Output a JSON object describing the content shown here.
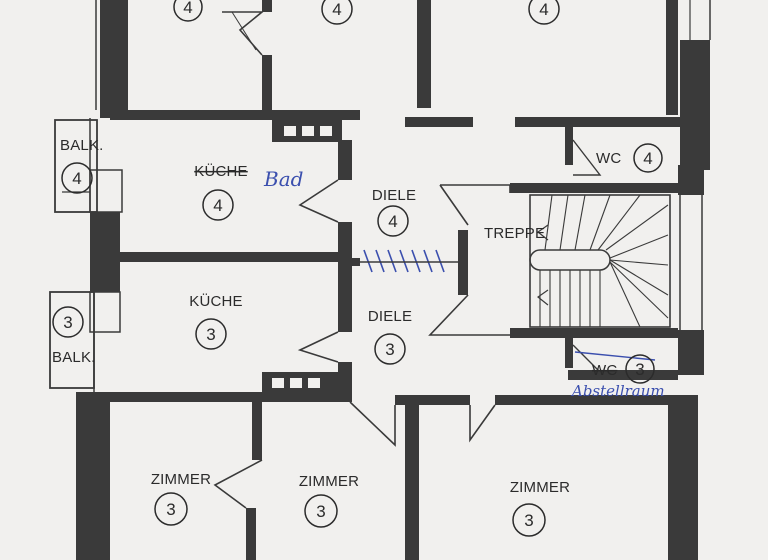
{
  "rooms": {
    "top_left_number": "4",
    "top_mid_number": "4",
    "top_right_number": "4",
    "balk_upper_label": "BALK.",
    "balk_upper_number": "4",
    "kueche_upper_label": "KÜCHE",
    "kueche_upper_number": "4",
    "diele_upper_label": "DIELE",
    "diele_upper_number": "4",
    "wc_upper_label": "WC",
    "wc_upper_number": "4",
    "treppe_label": "TREPPE",
    "balk_lower_label": "BALK.",
    "balk_lower_number": "3",
    "kueche_lower_label": "KÜCHE",
    "kueche_lower_number": "3",
    "diele_lower_label": "DIELE",
    "diele_lower_number": "3",
    "wc_lower_label": "WC",
    "wc_lower_number": "3",
    "zimmer_left_label": "ZIMMER",
    "zimmer_left_number": "3",
    "zimmer_mid_label": "ZIMMER",
    "zimmer_mid_number": "3",
    "zimmer_right_label": "ZIMMER",
    "zimmer_right_number": "3"
  },
  "handwriting": {
    "bad": "Bad",
    "abstellraum": "Abstellraum"
  },
  "colors": {
    "paper": "#f1f0ee",
    "wall": "#3a3a3a",
    "ink": "#3b4fae"
  }
}
